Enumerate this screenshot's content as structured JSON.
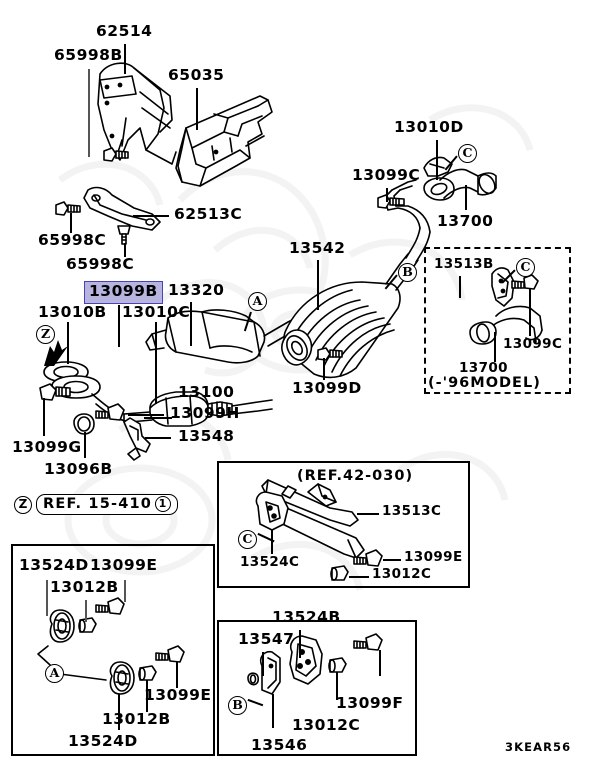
{
  "diagram": {
    "title": "Mitsubishi exhaust system parts diagram",
    "drawing_code": "3KEAR56",
    "highlight_color": "#b8b4e0",
    "highlight_border_color": "#4a43b4"
  },
  "reference_badge": {
    "balloon": "Z",
    "text": "REF. 15-410",
    "suffix_balloon": "1"
  },
  "main": {
    "labels": [
      {
        "id": "l-62514",
        "text": "62514"
      },
      {
        "id": "l-65998B",
        "text": "65998B"
      },
      {
        "id": "l-65035",
        "text": "65035"
      },
      {
        "id": "l-62513C",
        "text": "62513C"
      },
      {
        "id": "l-65998C1",
        "text": "65998C"
      },
      {
        "id": "l-65998C2",
        "text": "65998C"
      },
      {
        "id": "l-13099B",
        "text": "13099B",
        "highlighted": true
      },
      {
        "id": "l-13320",
        "text": "13320"
      },
      {
        "id": "l-13010B",
        "text": "13010B"
      },
      {
        "id": "l-13010C",
        "text": "13010C"
      },
      {
        "id": "l-13100",
        "text": "13100"
      },
      {
        "id": "l-13099H",
        "text": "13099H"
      },
      {
        "id": "l-13548",
        "text": "13548"
      },
      {
        "id": "l-13099G",
        "text": "13099G"
      },
      {
        "id": "l-13096B",
        "text": "13096B"
      },
      {
        "id": "l-13542",
        "text": "13542"
      },
      {
        "id": "l-13099D",
        "text": "13099D"
      },
      {
        "id": "l-13010D",
        "text": "13010D"
      },
      {
        "id": "l-13099C",
        "text": "13099C"
      },
      {
        "id": "l-13700",
        "text": "13700"
      }
    ],
    "balloons": [
      {
        "id": "b-A-main",
        "letter": "A"
      },
      {
        "id": "b-B-main",
        "letter": "B"
      },
      {
        "id": "b-C-main",
        "letter": "C"
      },
      {
        "id": "b-Z-main",
        "letter": "Z"
      }
    ]
  },
  "inset_96model": {
    "caption": "(-'96MODEL)",
    "labels": [
      {
        "id": "i96-13513B",
        "text": "13513B"
      },
      {
        "id": "i96-13099C",
        "text": "13099C"
      },
      {
        "id": "i96-13700",
        "text": "13700"
      }
    ],
    "balloons": [
      {
        "id": "i96-C",
        "letter": "C"
      }
    ]
  },
  "inset_ref42030": {
    "caption": "(REF.42-030)",
    "labels": [
      {
        "id": "r42-13513C",
        "text": "13513C"
      },
      {
        "id": "r42-13099E",
        "text": "13099E"
      },
      {
        "id": "r42-13012C",
        "text": "13012C"
      },
      {
        "id": "r42-13524C",
        "text": "13524C"
      }
    ],
    "balloons": [
      {
        "id": "r42-C",
        "letter": "C"
      }
    ]
  },
  "inset_bottom_left": {
    "labels": [
      {
        "id": "bl-13524D-top",
        "text": "13524D"
      },
      {
        "id": "bl-13099E-top",
        "text": "13099E"
      },
      {
        "id": "bl-13012B-top",
        "text": "13012B"
      },
      {
        "id": "bl-13099E-bot",
        "text": "13099E"
      },
      {
        "id": "bl-13012B-bot",
        "text": "13012B"
      },
      {
        "id": "bl-13524D-bot",
        "text": "13524D"
      }
    ],
    "balloons": [
      {
        "id": "bl-A",
        "letter": "A"
      }
    ]
  },
  "inset_bottom_right": {
    "labels": [
      {
        "id": "br-13524B",
        "text": "13524B"
      },
      {
        "id": "br-13547",
        "text": "13547"
      },
      {
        "id": "br-13099F",
        "text": "13099F"
      },
      {
        "id": "br-13012C",
        "text": "13012C"
      },
      {
        "id": "br-13546",
        "text": "13546"
      }
    ],
    "balloons": [
      {
        "id": "br-B",
        "letter": "B"
      }
    ]
  }
}
